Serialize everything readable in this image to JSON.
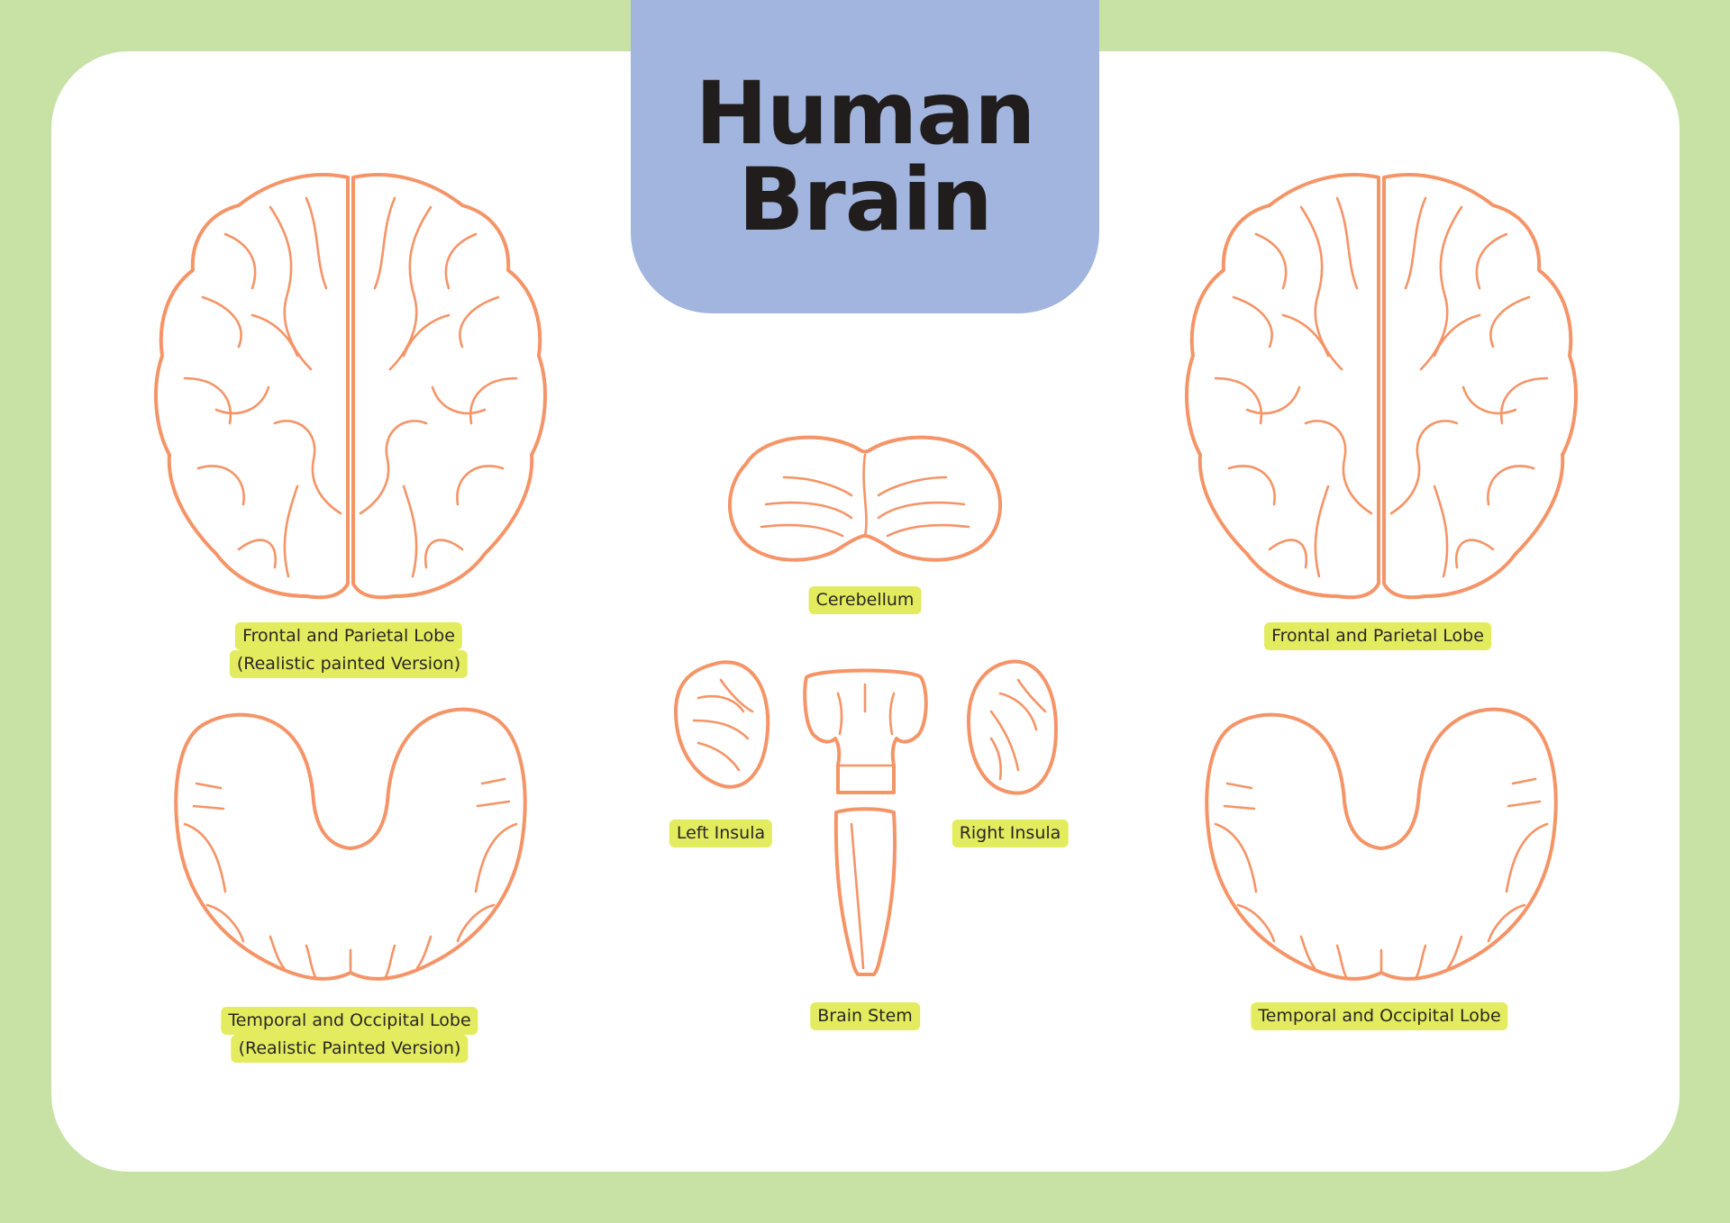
{
  "title": {
    "line1": "Human",
    "line2": "Brain"
  },
  "labels": {
    "left_top": {
      "line1": "Frontal and Parietal Lobe",
      "line2": "(Realistic painted Version)"
    },
    "left_bottom": {
      "line1": "Temporal and Occipital Lobe",
      "line2": "(Realistic Painted Version)"
    },
    "cerebellum": "Cerebellum",
    "left_insula": "Left Insula",
    "right_insula": "Right Insula",
    "brain_stem": "Brain Stem",
    "right_top": "Frontal and Parietal Lobe",
    "right_bottom": "Temporal and Occipital Lobe"
  },
  "colors": {
    "frame": "#c8e2a6",
    "title_bg": "#a1b5de",
    "outline": "#f59467",
    "label_bg": "#e3ec5e"
  }
}
